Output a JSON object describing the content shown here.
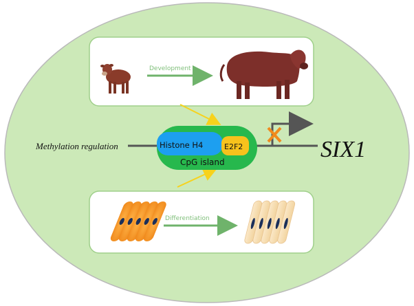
{
  "top_panel": {
    "arrow_label": "Development"
  },
  "bottom_panel": {
    "arrow_label": "Differentiation"
  },
  "center": {
    "left_label": "Methylation regulation",
    "cpg_label": "CpG island",
    "histone_label": "Histone H4",
    "e2f2_label": "E2F2",
    "gene_label": "SIX1"
  },
  "colors": {
    "outer_ellipse": "#cce9b8",
    "outer_border": "#b9b9b9",
    "panel_fill": "#ffffff",
    "panel_border": "#9fcf8a",
    "cpg_green": "#27b84d",
    "histone_blue": "#1d9ff0",
    "e2f2_yellow": "#f7c21c",
    "yellow_arrow": "#f7d21c",
    "green_arrow": "#6fb36b",
    "blocked_x": "#f08a1d",
    "cow_brown": "#7d2f2a"
  },
  "icons": [
    "calf-icon",
    "cow-icon",
    "undifferentiated-cells-icon",
    "differentiated-cells-icon",
    "block-x-icon"
  ]
}
